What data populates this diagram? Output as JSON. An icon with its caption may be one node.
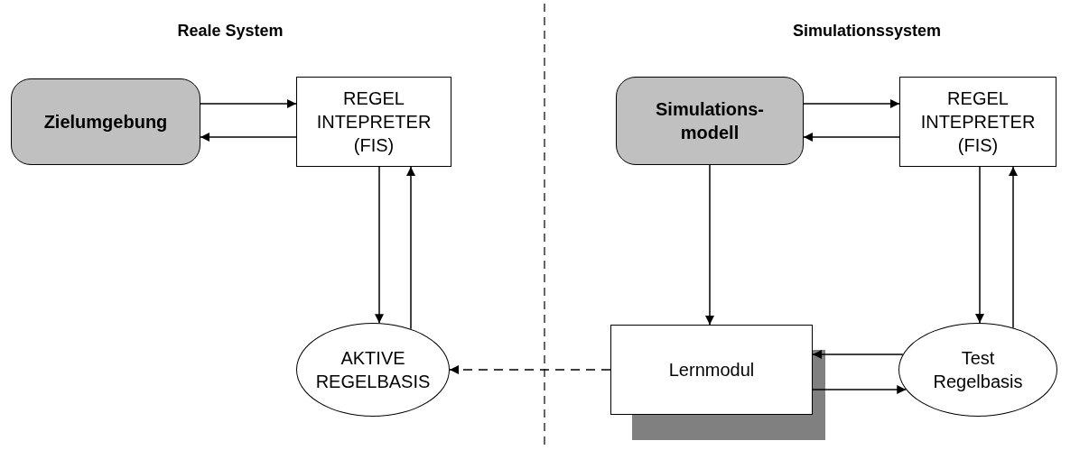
{
  "diagram": {
    "nodes": [
      {
        "text": [
          "Zielumgebung"
        ]
      },
      {
        "text": [
          "REGEL INTEPRETER (FIS)"
        ]
      },
      {
        "text": [
          "AKTIVE REGELBASIS"
        ]
      },
      {
        "text": [
          "Simulations-modell"
        ]
      },
      {
        "text": [
          "REGEL INTEPRETER (FIS)"
        ]
      },
      {
        "text": [
          "Lernmodul"
        ]
      },
      {
        "text": [
          "Test Regelbasis"
        ]
      }
    ],
    "edges": [
      {
        "from": 0,
        "to": 1,
        "arrow": "to"
      },
      {
        "from": 1,
        "to": 0,
        "arrow": "to"
      },
      {
        "from": 1,
        "to": 2,
        "arrow": "to"
      },
      {
        "from": 2,
        "to": 1,
        "arrow": "to"
      },
      {
        "from": 5,
        "to": 2,
        "arrow": "to",
        "style": "dashed"
      },
      {
        "from": 3,
        "to": 4,
        "arrow": "to"
      },
      {
        "from": 4,
        "to": 3,
        "arrow": "to"
      },
      {
        "from": 3,
        "to": 5,
        "arrow": "to"
      },
      {
        "from": 4,
        "to": 6,
        "arrow": "to"
      },
      {
        "from": 6,
        "to": 4,
        "arrow": "to"
      },
      {
        "from": 6,
        "to": 5,
        "arrow": "to"
      },
      {
        "from": 5,
        "to": 6,
        "arrow": "to"
      }
    ],
    "labels": [
      "Reale System",
      "Simulationssystem"
    ]
  }
}
